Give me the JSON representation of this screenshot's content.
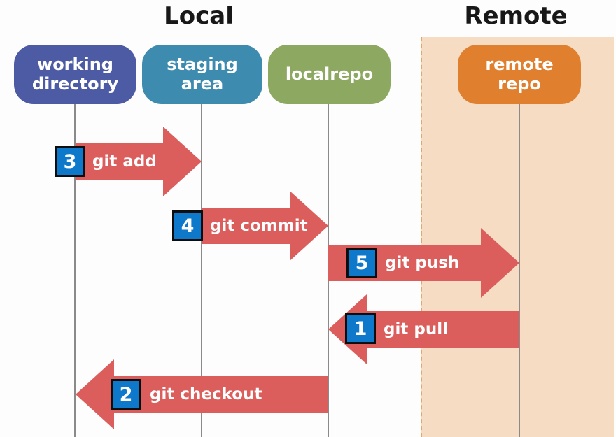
{
  "titles": {
    "local": "Local",
    "remote": "Remote"
  },
  "nodes": [
    {
      "id": "working-directory",
      "label": "working directory",
      "color": "#4d5ba4",
      "zone": "Local"
    },
    {
      "id": "staging-area",
      "label": "staging area",
      "color": "#3e8bb0",
      "zone": "Local"
    },
    {
      "id": "localrepo",
      "label": "localrepo",
      "color": "#8ca861",
      "zone": "Local"
    },
    {
      "id": "remote-repo",
      "label": "remote repo",
      "color": "#e0802f",
      "zone": "Remote"
    }
  ],
  "arrows": [
    {
      "step": "3",
      "label": "git add",
      "from": "working directory",
      "to": "staging area",
      "direction": "right"
    },
    {
      "step": "4",
      "label": "git commit",
      "from": "staging area",
      "to": "localrepo",
      "direction": "right"
    },
    {
      "step": "5",
      "label": "git push",
      "from": "localrepo",
      "to": "remote repo",
      "direction": "right"
    },
    {
      "step": "1",
      "label": "git pull",
      "from": "remote repo",
      "to": "localrepo",
      "direction": "left"
    },
    {
      "step": "2",
      "label": "git checkout",
      "from": "localrepo",
      "to": "working directory",
      "direction": "left"
    }
  ],
  "colors": {
    "arrow": "#db5e5d",
    "step_badge": "#0e78cb",
    "step_badge_border": "#0d0d0d",
    "remote_zone_bg": "#f5dcc2",
    "remote_zone_border": "#dfa871",
    "lifeline": "#8a8a8a",
    "title_text": "#181818",
    "label_text": "#ffffff"
  }
}
